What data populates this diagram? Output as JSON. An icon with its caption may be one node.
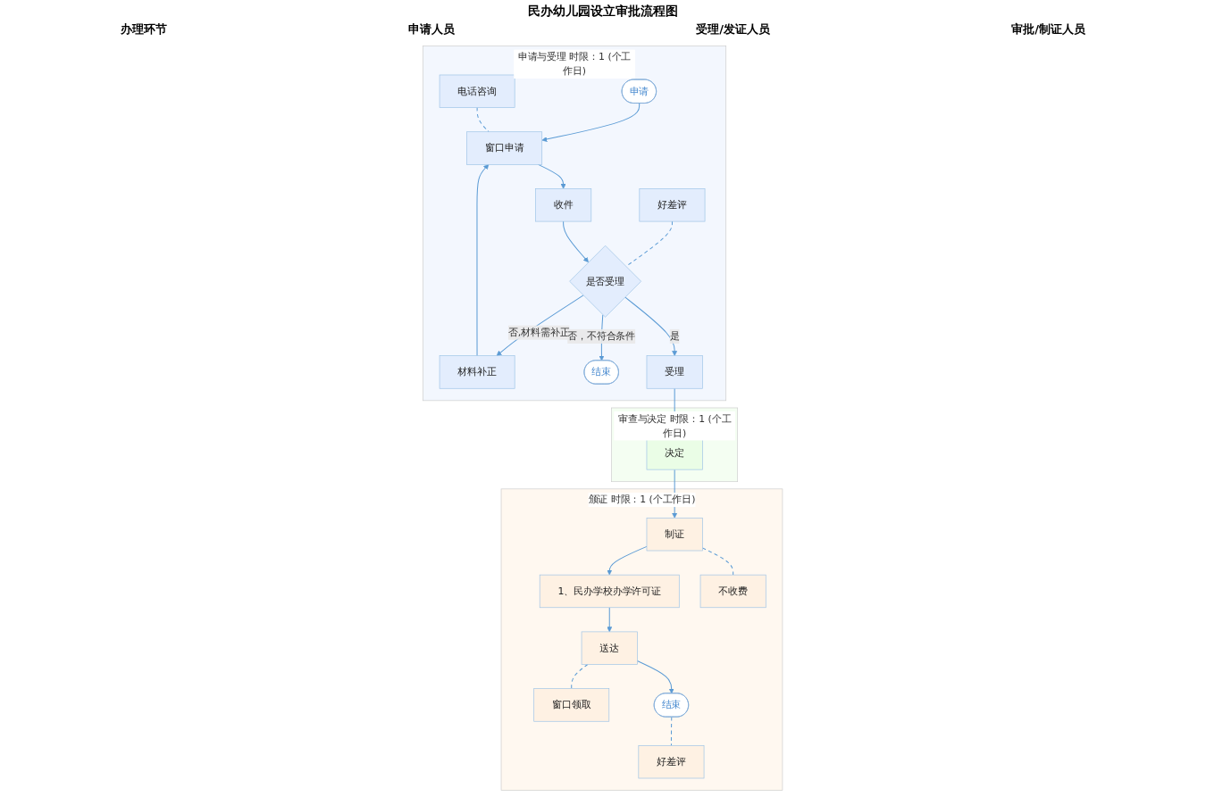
{
  "diagram": {
    "title": "民办幼儿园设立审批流程图",
    "nodes": [
      {
        "text": [
          "申请与受理 时限：1 (个工作日)"
        ]
      },
      {
        "text": [
          "申请"
        ],
        "in": 0
      },
      {
        "text": [
          "电话咨询"
        ],
        "in": 0
      },
      {
        "text": [
          "窗口申请"
        ],
        "in": 0
      },
      {
        "text": [
          "收件"
        ],
        "in": 0
      },
      {
        "text": [
          "好差评"
        ],
        "in": 0
      },
      {
        "text": [
          "材料补正"
        ],
        "in": 0
      },
      {
        "text": [
          "是否受理"
        ],
        "in": 0
      },
      {
        "text": [
          "结束"
        ],
        "in": 0
      },
      {
        "text": [
          "受理"
        ],
        "in": 0
      },
      {
        "text": [
          "审查与决定 时限：1 (个工作日)"
        ]
      },
      {
        "text": [
          "决定"
        ],
        "in": 10
      },
      {
        "text": [
          "颁证 时限：1 (个工作日)"
        ]
      },
      {
        "text": [
          "窗口领取"
        ],
        "in": 12
      },
      {
        "text": [
          "送达"
        ],
        "in": 12
      },
      {
        "text": [
          "1、民办学校办学许可证"
        ],
        "in": 12
      },
      {
        "text": [
          "制证"
        ],
        "in": 12
      },
      {
        "text": [
          "结束"
        ],
        "in": 12
      },
      {
        "text": [
          "好差评"
        ],
        "in": 12
      },
      {
        "text": [
          "不收费"
        ],
        "in": 12
      }
    ],
    "edges": [
      {
        "from": 1,
        "to": 3,
        "arrow": "to"
      },
      {
        "from": 2,
        "to": 3,
        "arrow": "none",
        "style": "dashed"
      },
      {
        "from": 3,
        "to": 4,
        "arrow": "to"
      },
      {
        "from": 5,
        "to": 7,
        "arrow": "none",
        "style": "dashed"
      },
      {
        "from": 4,
        "to": 7,
        "arrow": "to"
      },
      {
        "from": 7,
        "to": 6,
        "arrow": "to",
        "label": "否,材料需补正"
      },
      {
        "from": 7,
        "to": 9,
        "arrow": "to",
        "label": "是"
      },
      {
        "from": 7,
        "to": 8,
        "arrow": "to",
        "label": "否，不符合条件"
      },
      {
        "from": 6,
        "to": 3,
        "arrow": "to"
      },
      {
        "from": 9,
        "to": 11,
        "arrow": "to"
      },
      {
        "from": 11,
        "to": 16,
        "arrow": "to"
      },
      {
        "from": 16,
        "to": 15,
        "arrow": "to"
      },
      {
        "from": 16,
        "to": 19,
        "arrow": "none",
        "style": "dashed"
      },
      {
        "from": 15,
        "to": 14,
        "arrow": "to"
      },
      {
        "from": 14,
        "to": 13,
        "arrow": "none",
        "style": "dashed"
      },
      {
        "from": 14,
        "to": 17,
        "arrow": "to"
      },
      {
        "from": 17,
        "to": 18,
        "arrow": "none",
        "style": "dashed"
      }
    ],
    "labels": [
      "办理环节",
      "申请人员",
      "受理/发证人员",
      "审批/制证人员"
    ]
  }
}
